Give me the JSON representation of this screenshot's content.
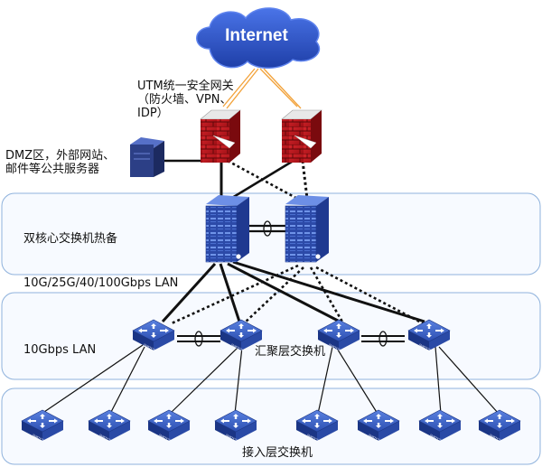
{
  "internet": {
    "label": "Internet"
  },
  "labels": {
    "utm": "UTM统一安全网关（防火墙、VPN、IDP）",
    "dmz": "DMZ区，外部网站、邮件等公共服务器",
    "core": "双核心交换机热备",
    "uplink_speed": "10G/25G/40/100Gbps LAN",
    "agg_speed": "10Gbps LAN",
    "agg_layer": "汇聚层交换机",
    "access_layer": "接入层交换机"
  },
  "icons": {
    "switch_text": "SWITCH"
  },
  "colors": {
    "cloud": "#2a4fc4",
    "firewall": "#c8161d",
    "switch_blue": "#2f52b8",
    "server_blue": "#2c3f86",
    "zone_border": "#8fb2dc",
    "link": "#111111",
    "uplink_orange": "#f2a23a"
  }
}
